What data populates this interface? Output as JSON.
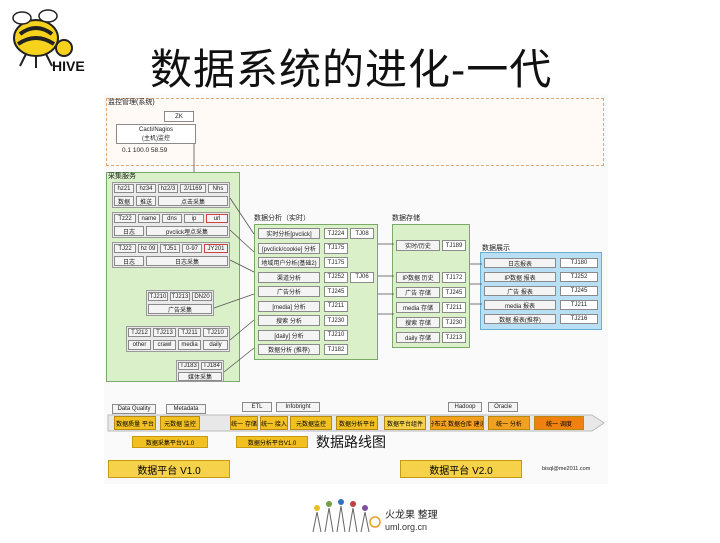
{
  "slide": {
    "title": "数据系统的进化-一代",
    "logo_text": "HIVE"
  },
  "diagram": {
    "top_region_label": "监控管理(系统)",
    "top_boxes": [
      "ZK",
      "Cacti/Nagios\n(主机)监控",
      "0.1  100.0  58.59"
    ],
    "collect": {
      "label": "采集服务",
      "row1": [
        "hz21",
        "hz34",
        "hz2/3",
        "2/1169",
        "Nhs"
      ],
      "row2_a": "数据",
      "row2_b": "推送",
      "row2_c": "点击采集",
      "row3": [
        "Tz22",
        "name",
        "dns",
        "ip",
        "url"
      ],
      "row4_a": "日志",
      "row4_b": "pvclick埋点采集",
      "row5": [
        "TJ22",
        "hz 09",
        "TJ51",
        "0-97",
        "JY201"
      ],
      "row6_a": "日志",
      "row6_b": "日志采集",
      "row7": [
        "TJ210",
        "TJ213",
        "DN20"
      ],
      "row8": "广告采集",
      "row9": [
        "TJ212",
        "TJ213",
        "TJ211",
        "TJ210"
      ],
      "row10": [
        "other",
        "crawl",
        "media",
        "daily"
      ],
      "row11": [
        "TJ183",
        "TJ184"
      ],
      "row12": "媒体采集"
    },
    "analysis": {
      "label": "数据分析（实时）",
      "items": [
        {
          "name": "实时分析[pvclick]",
          "ids": [
            "TJ224",
            "TJ08"
          ]
        },
        {
          "name": "[pvclick/cookie] 分析",
          "ids": [
            "TJ175"
          ]
        },
        {
          "name": "地域用户分析(基础2)",
          "ids": [
            "TJ175"
          ]
        },
        {
          "name": "渠道分析",
          "ids": [
            "TJ252",
            "TJ06"
          ]
        },
        {
          "name": "广告分析",
          "ids": [
            "TJ245"
          ]
        },
        {
          "name": "[media] 分析",
          "ids": [
            "TJ211"
          ]
        },
        {
          "name": "搜索 分析",
          "ids": [
            "TJ230"
          ]
        },
        {
          "name": "[daily] 分析",
          "ids": [
            "TJ210"
          ]
        },
        {
          "name": "数据分析 (推荐)",
          "ids": [
            "TJ182"
          ]
        }
      ]
    },
    "storage": {
      "label": "数据存储",
      "items": [
        {
          "name": "实时/历史",
          "id": "TJ189"
        },
        {
          "name": "IP数据 历史",
          "id": "TJ172"
        },
        {
          "name": "广告 存储",
          "id": "TJ245"
        },
        {
          "name": "media 存储",
          "id": "TJ211"
        },
        {
          "name": "搜索 存储",
          "id": "TJ230"
        },
        {
          "name": "daily 存储",
          "id": "TJ213"
        }
      ]
    },
    "report": {
      "label": "数据展示",
      "items": [
        {
          "name": "日志报表",
          "id": "TJ180"
        },
        {
          "name": "IP数据 报表",
          "id": "TJ252"
        },
        {
          "name": "广告 报表",
          "id": "TJ245"
        },
        {
          "name": "media 报表",
          "id": "TJ211"
        },
        {
          "name": "数据 报表(推荐)",
          "id": "TJ216"
        }
      ]
    },
    "tech_labels": [
      {
        "name": "Data Quality",
        "pos": "left"
      },
      {
        "name": "Metadata",
        "pos": "left2"
      },
      {
        "name": "ETL",
        "pos": "mid"
      },
      {
        "name": "Infobright",
        "pos": "mid2"
      },
      {
        "name": "Hadoop",
        "pos": "right"
      },
      {
        "name": "Oracle",
        "pos": "right2"
      }
    ],
    "road_row": [
      {
        "text": "数据质量 平台",
        "color": "#f2c020"
      },
      {
        "text": "元数据 监控",
        "color": "#f2c020"
      },
      {
        "text": "统一 存储",
        "color": "#f2c020"
      },
      {
        "text": "统一 接入",
        "color": "#f2c020"
      },
      {
        "text": "元数据监控",
        "color": "#f2c020"
      },
      {
        "text": "数据分析平台",
        "color": "#f2c020"
      },
      {
        "text": "数据平台组件",
        "color": "#f6d24a"
      },
      {
        "text": "分布式 数据仓库 建设",
        "color": "#f6a020"
      },
      {
        "text": "统一 分析",
        "color": "#f2a020"
      },
      {
        "text": "统一 调度",
        "color": "#f08010"
      }
    ],
    "road_mid": [
      "数据采集平台V1.0",
      "数据分析平台V1.0"
    ],
    "roadmap_caption": "数据路线图",
    "platform_v1": "数据平台 V1.0",
    "platform_v2": "数据平台 V2.0",
    "credit": "bisql@me2011.com"
  },
  "footer": {
    "line1": "火龙果 整理",
    "line2": "uml.org.cn"
  }
}
